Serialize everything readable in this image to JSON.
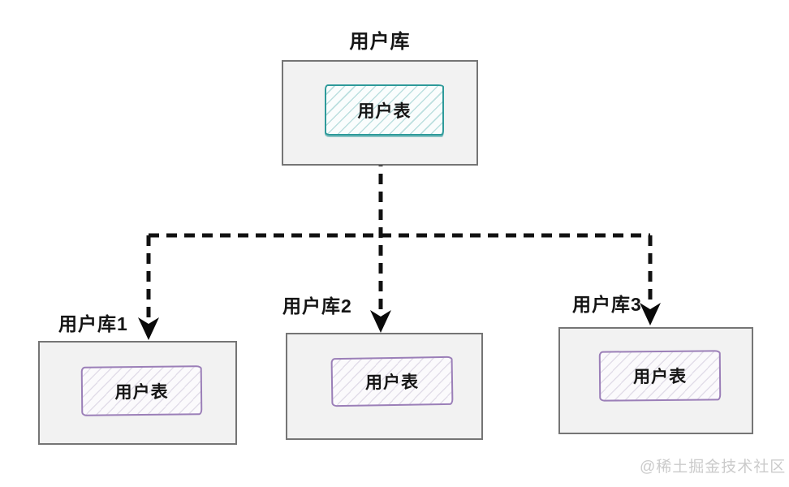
{
  "root_db": {
    "label": "用户库",
    "table": "用户表"
  },
  "shards": [
    {
      "label": "用户库1",
      "table": "用户表"
    },
    {
      "label": "用户库2",
      "table": "用户表"
    },
    {
      "label": "用户库3",
      "table": "用户表"
    }
  ],
  "watermark": "@稀土掘金技术社区",
  "colors": {
    "root_table_border": "#2e9a9a",
    "shard_table_border": "#9b7fb8",
    "db_box_border": "#757575",
    "db_box_fill": "#f2f2f2",
    "connector": "#111111",
    "watermark_text": "#cbcbcb"
  }
}
